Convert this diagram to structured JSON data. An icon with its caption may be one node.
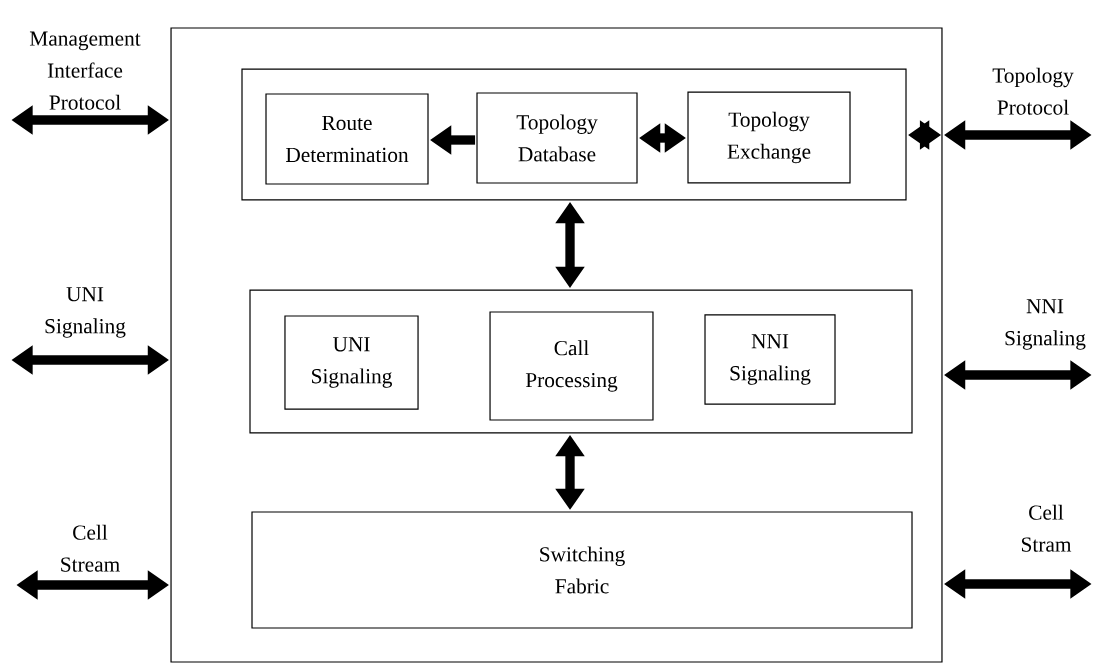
{
  "diagram": {
    "nodes": [
      {
        "text": [],
        "shape": "box"
      },
      {
        "text": [],
        "shape": "box",
        "in": 0
      },
      {
        "text": [
          "Route Determination"
        ],
        "in": 1
      },
      {
        "text": [
          "Topology Database"
        ],
        "in": 1
      },
      {
        "text": [
          "Topology Exchange"
        ],
        "in": 1
      },
      {
        "text": [],
        "shape": "box",
        "in": 0
      },
      {
        "text": [
          "UNI Signaling"
        ],
        "in": 5
      },
      {
        "text": [
          "Call Processing"
        ],
        "in": 5
      },
      {
        "text": [
          "NNI Signaling"
        ],
        "in": 5
      },
      {
        "text": [
          "Switching Fabric"
        ],
        "in": 0
      }
    ],
    "edges": [
      {
        "from": null,
        "to": 0,
        "arrow": "both",
        "label": "Management Interface Protocol"
      },
      {
        "from": null,
        "to": 0,
        "arrow": "both",
        "label": "UNI Signaling"
      },
      {
        "from": null,
        "to": 0,
        "arrow": "both",
        "label": "Cell Stream"
      },
      {
        "from": 0,
        "to": null,
        "arrow": "both",
        "label": "Topology Protocol"
      },
      {
        "from": 0,
        "to": null,
        "arrow": "both",
        "label": "NNI Signaling"
      },
      {
        "from": 0,
        "to": null,
        "arrow": "both",
        "label": "Cell Stram"
      },
      {
        "from": 3,
        "to": 2,
        "arrow": "to"
      },
      {
        "from": 3,
        "to": 4,
        "arrow": "both"
      },
      {
        "from": 1,
        "to": 0,
        "arrow": "both"
      },
      {
        "from": 1,
        "to": 5,
        "arrow": "both"
      },
      {
        "from": 5,
        "to": 9,
        "arrow": "both"
      }
    ]
  }
}
